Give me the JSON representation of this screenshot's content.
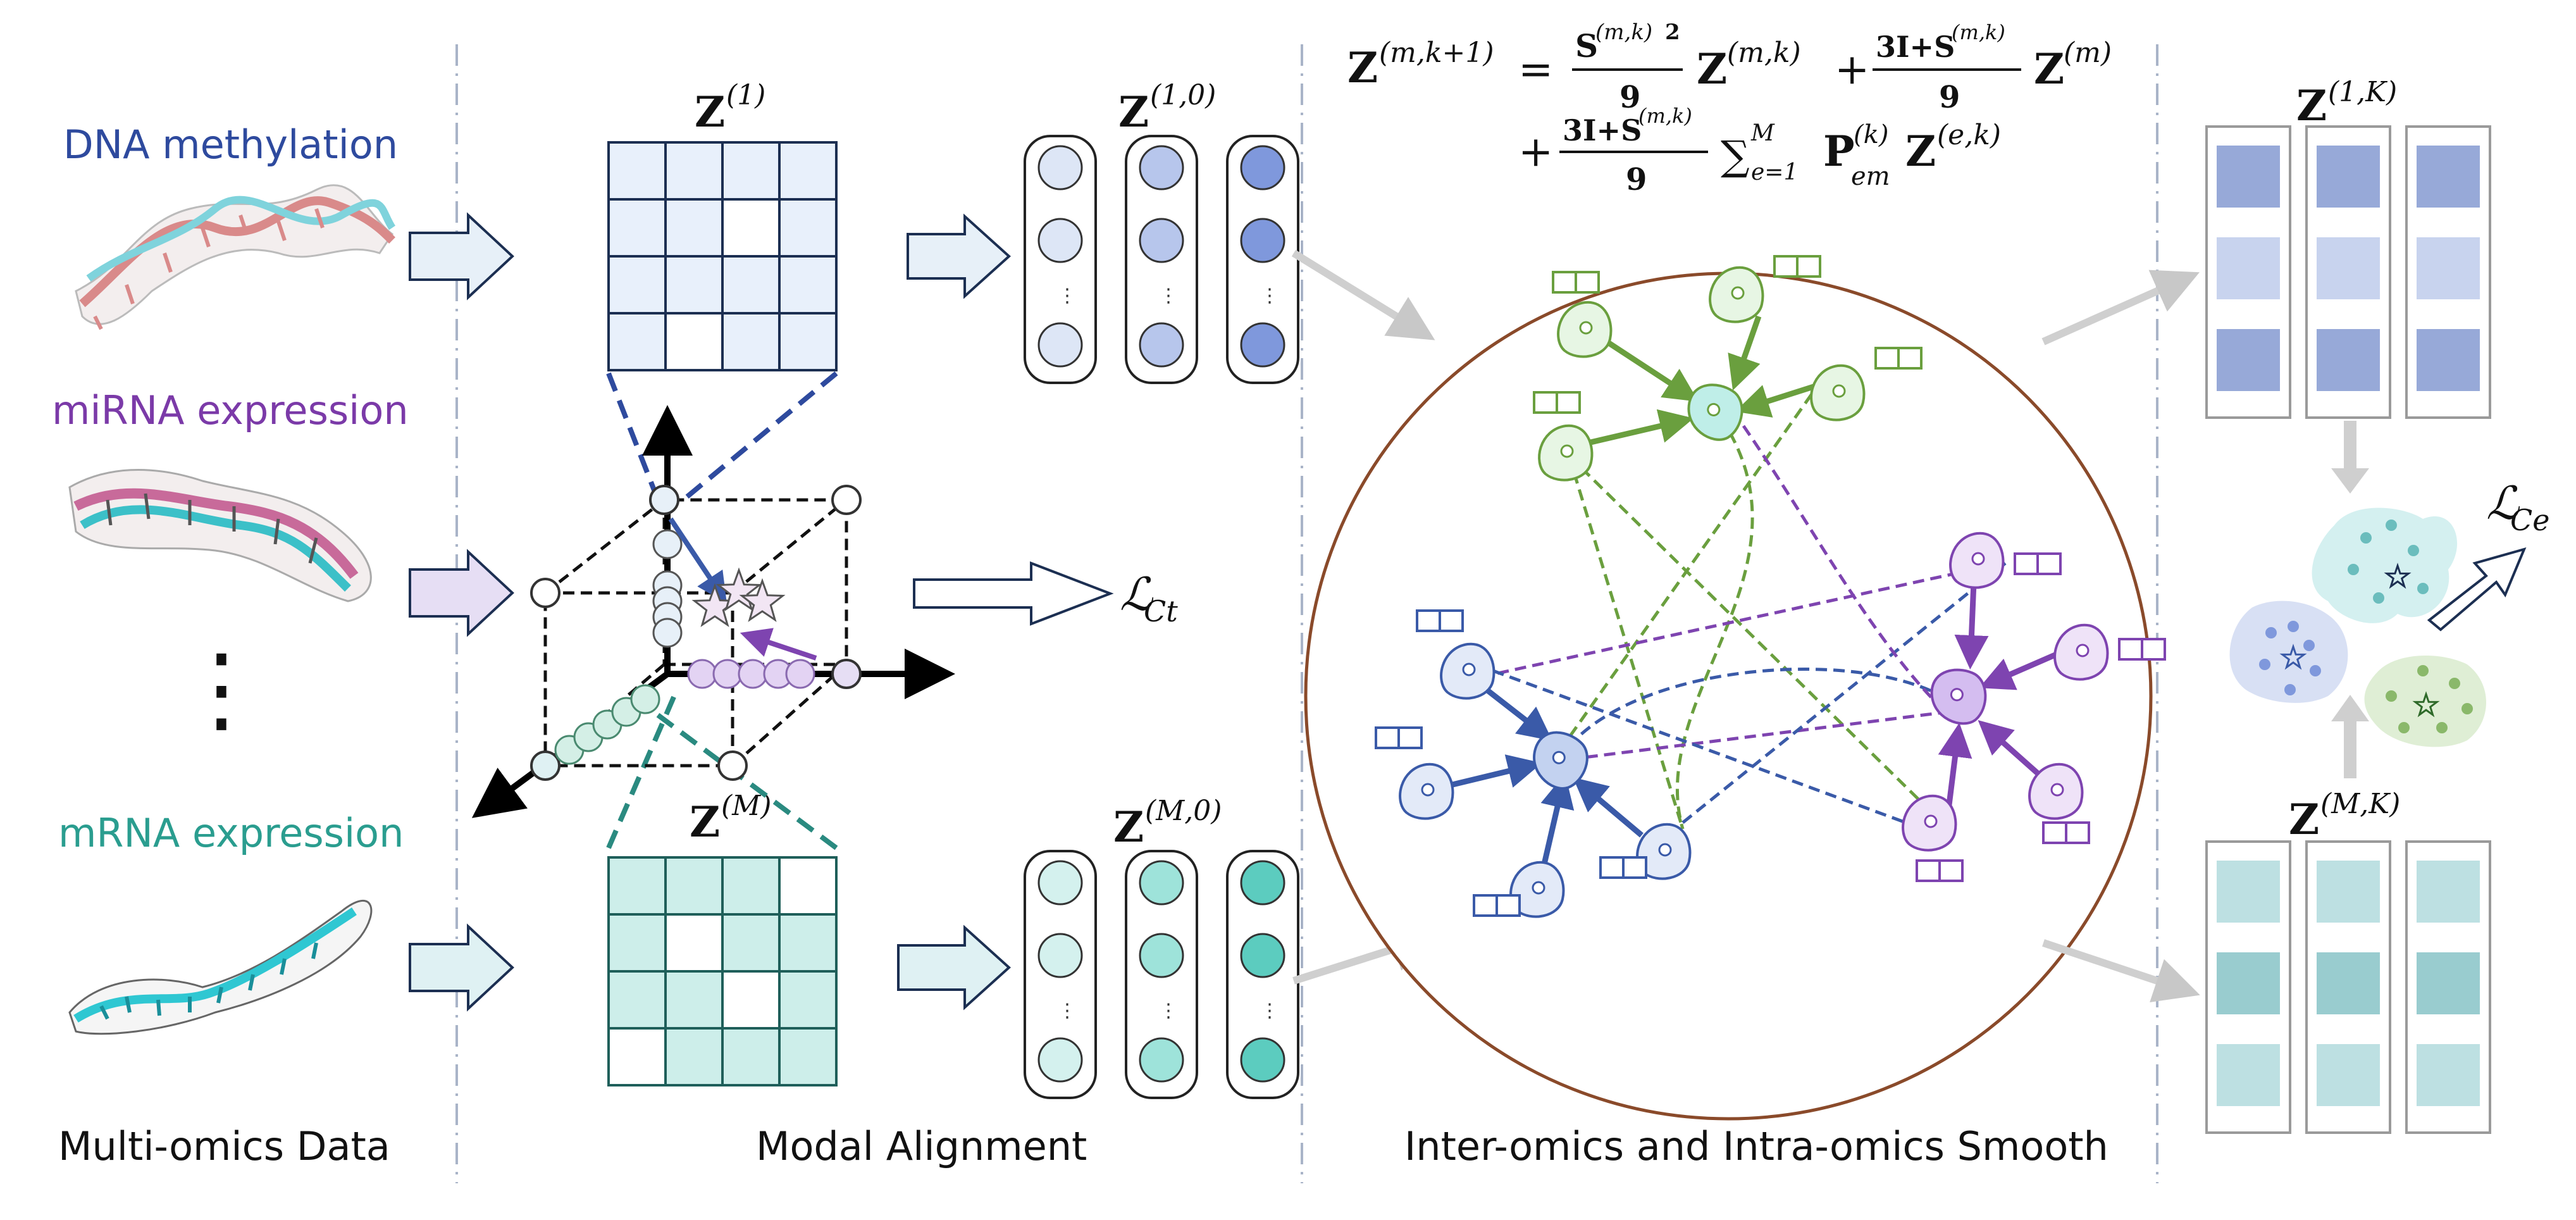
{
  "columns": {
    "col1_title": "Multi-omics Data",
    "col2_title": "Modal  Alignment",
    "col3_title": "Inter-omics and Intra-omics Smooth"
  },
  "omics": {
    "dna": {
      "label": "DNA methylation",
      "color": "#2e4a9e"
    },
    "mirna": {
      "label": "miRNA expression",
      "color": "#7b3aa8"
    },
    "dots": "⋮",
    "mrna": {
      "label": "mRNA expression",
      "color": "#2a9d8f"
    }
  },
  "matrices": {
    "z1_base": "Z",
    "z1_sup": "(1)",
    "zm_base": "Z",
    "zm_sup": "(M)",
    "z10_base": "Z",
    "z10_sup": "(1,0)",
    "zm0_base": "Z",
    "zm0_sup": "(M,0)",
    "z1k_base": "Z",
    "z1k_sup": "(1,K)",
    "zmk_base": "Z",
    "zmk_sup": "(M,K)"
  },
  "losses": {
    "ct_base": "ℒ",
    "ct_sub": "Ct",
    "ce_base": "ℒ",
    "ce_sub": "Ce"
  },
  "equation": {
    "lhs_base": "Z",
    "lhs_sup": "(m,k+1)",
    "eq": "=",
    "f1_num_base": "S",
    "f1_num_sup": "(m,k)",
    "f1_num_pow": "2",
    "f1_den": "9",
    "t1_base": "Z",
    "t1_sup": "(m,k)",
    "plus": "+",
    "f2_num_a": "3I+S",
    "f2_num_sup": "(m,k)",
    "f2_den": "9",
    "t2_base": "Z",
    "t2_sup": "(m)",
    "plus2": "+",
    "f3_num_a": "3I+S",
    "f3_num_sup": "(m,k)",
    "f3_den": "9",
    "sum": "∑",
    "sum_sub": "e=1",
    "sum_sup": "M",
    "p_base": "P",
    "p_sup": "(k)",
    "p_sub": "em",
    "t3_base": "Z",
    "t3_sup": "(e,k)"
  },
  "colors": {
    "blue": "#2e4a9e",
    "purple": "#7b3aa8",
    "green": "#5a9a3a",
    "teal": "#2a8a80",
    "arrow_gray": "#cfcfcf",
    "circle_border": "#7a3a1a"
  }
}
